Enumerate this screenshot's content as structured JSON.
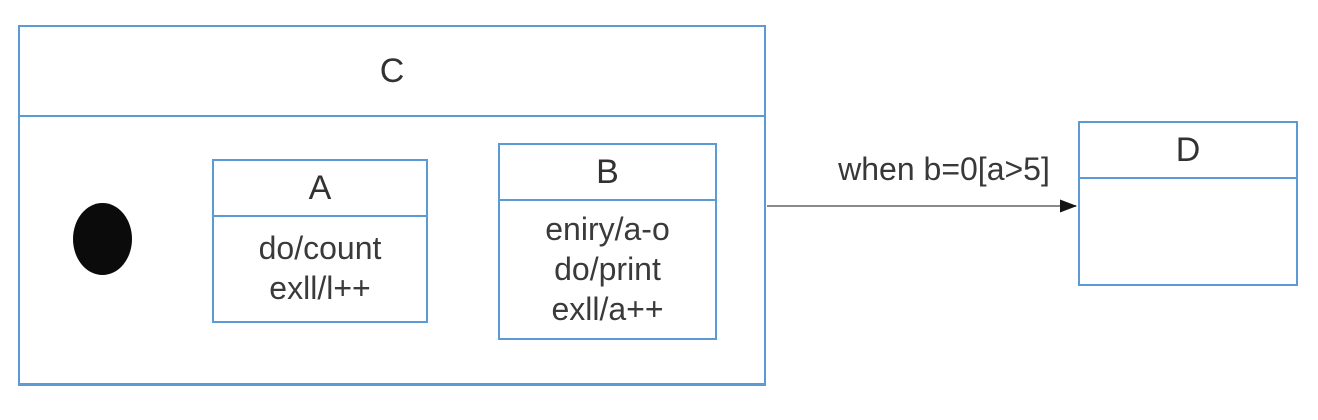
{
  "diagram": {
    "kind": "uml-state-machine",
    "accent_color": "#5b9bd5",
    "arrow_color": "#8a8a8a",
    "arrowhead_color": "#141414",
    "initial_marker": "filled-circle",
    "composite_state": {
      "title": "C",
      "states": [
        {
          "title": "A",
          "actions": [
            "do/count",
            "exll/l++"
          ]
        },
        {
          "title": "B",
          "actions": [
            "eniry/a-o",
            "do/print",
            "exll/a++"
          ]
        }
      ]
    },
    "external_state": {
      "title": "D",
      "actions": []
    },
    "transitions": [
      {
        "from": "initial",
        "to": "A",
        "label": ""
      },
      {
        "from": "A",
        "to": "B",
        "label": ""
      },
      {
        "from": "C",
        "to": "D",
        "label": "when b=0[a>5]"
      }
    ]
  }
}
